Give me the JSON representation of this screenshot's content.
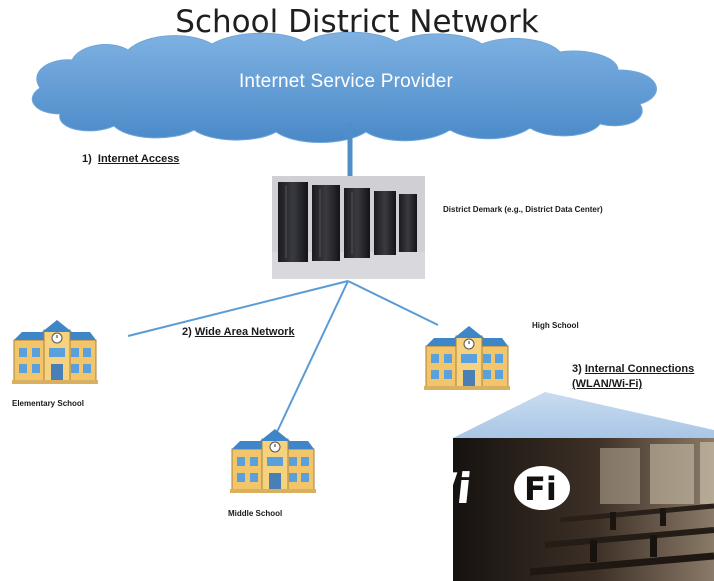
{
  "title": "School District Network",
  "cloud": {
    "label": "Internet Service Provider",
    "color": "#5b9bd5"
  },
  "labels": {
    "internet_access_num": "1)",
    "internet_access": "Internet Access",
    "wan_num": "2)",
    "wan": "Wide Area Network",
    "internal_num": "3)",
    "internal": "Internal Connections",
    "internal_sub": "(WLAN/Wi-Fi)"
  },
  "nodes": {
    "datacenter": "District Demark (e.g., District Data Center)",
    "elementary": "Elementary School",
    "middle": "Middle School",
    "high": "High School"
  },
  "wifi_logo": {
    "wi": "Wi",
    "fi": "Fi"
  },
  "colors": {
    "link": "#5b9bd5",
    "link_thick": "#4f8ec8"
  }
}
